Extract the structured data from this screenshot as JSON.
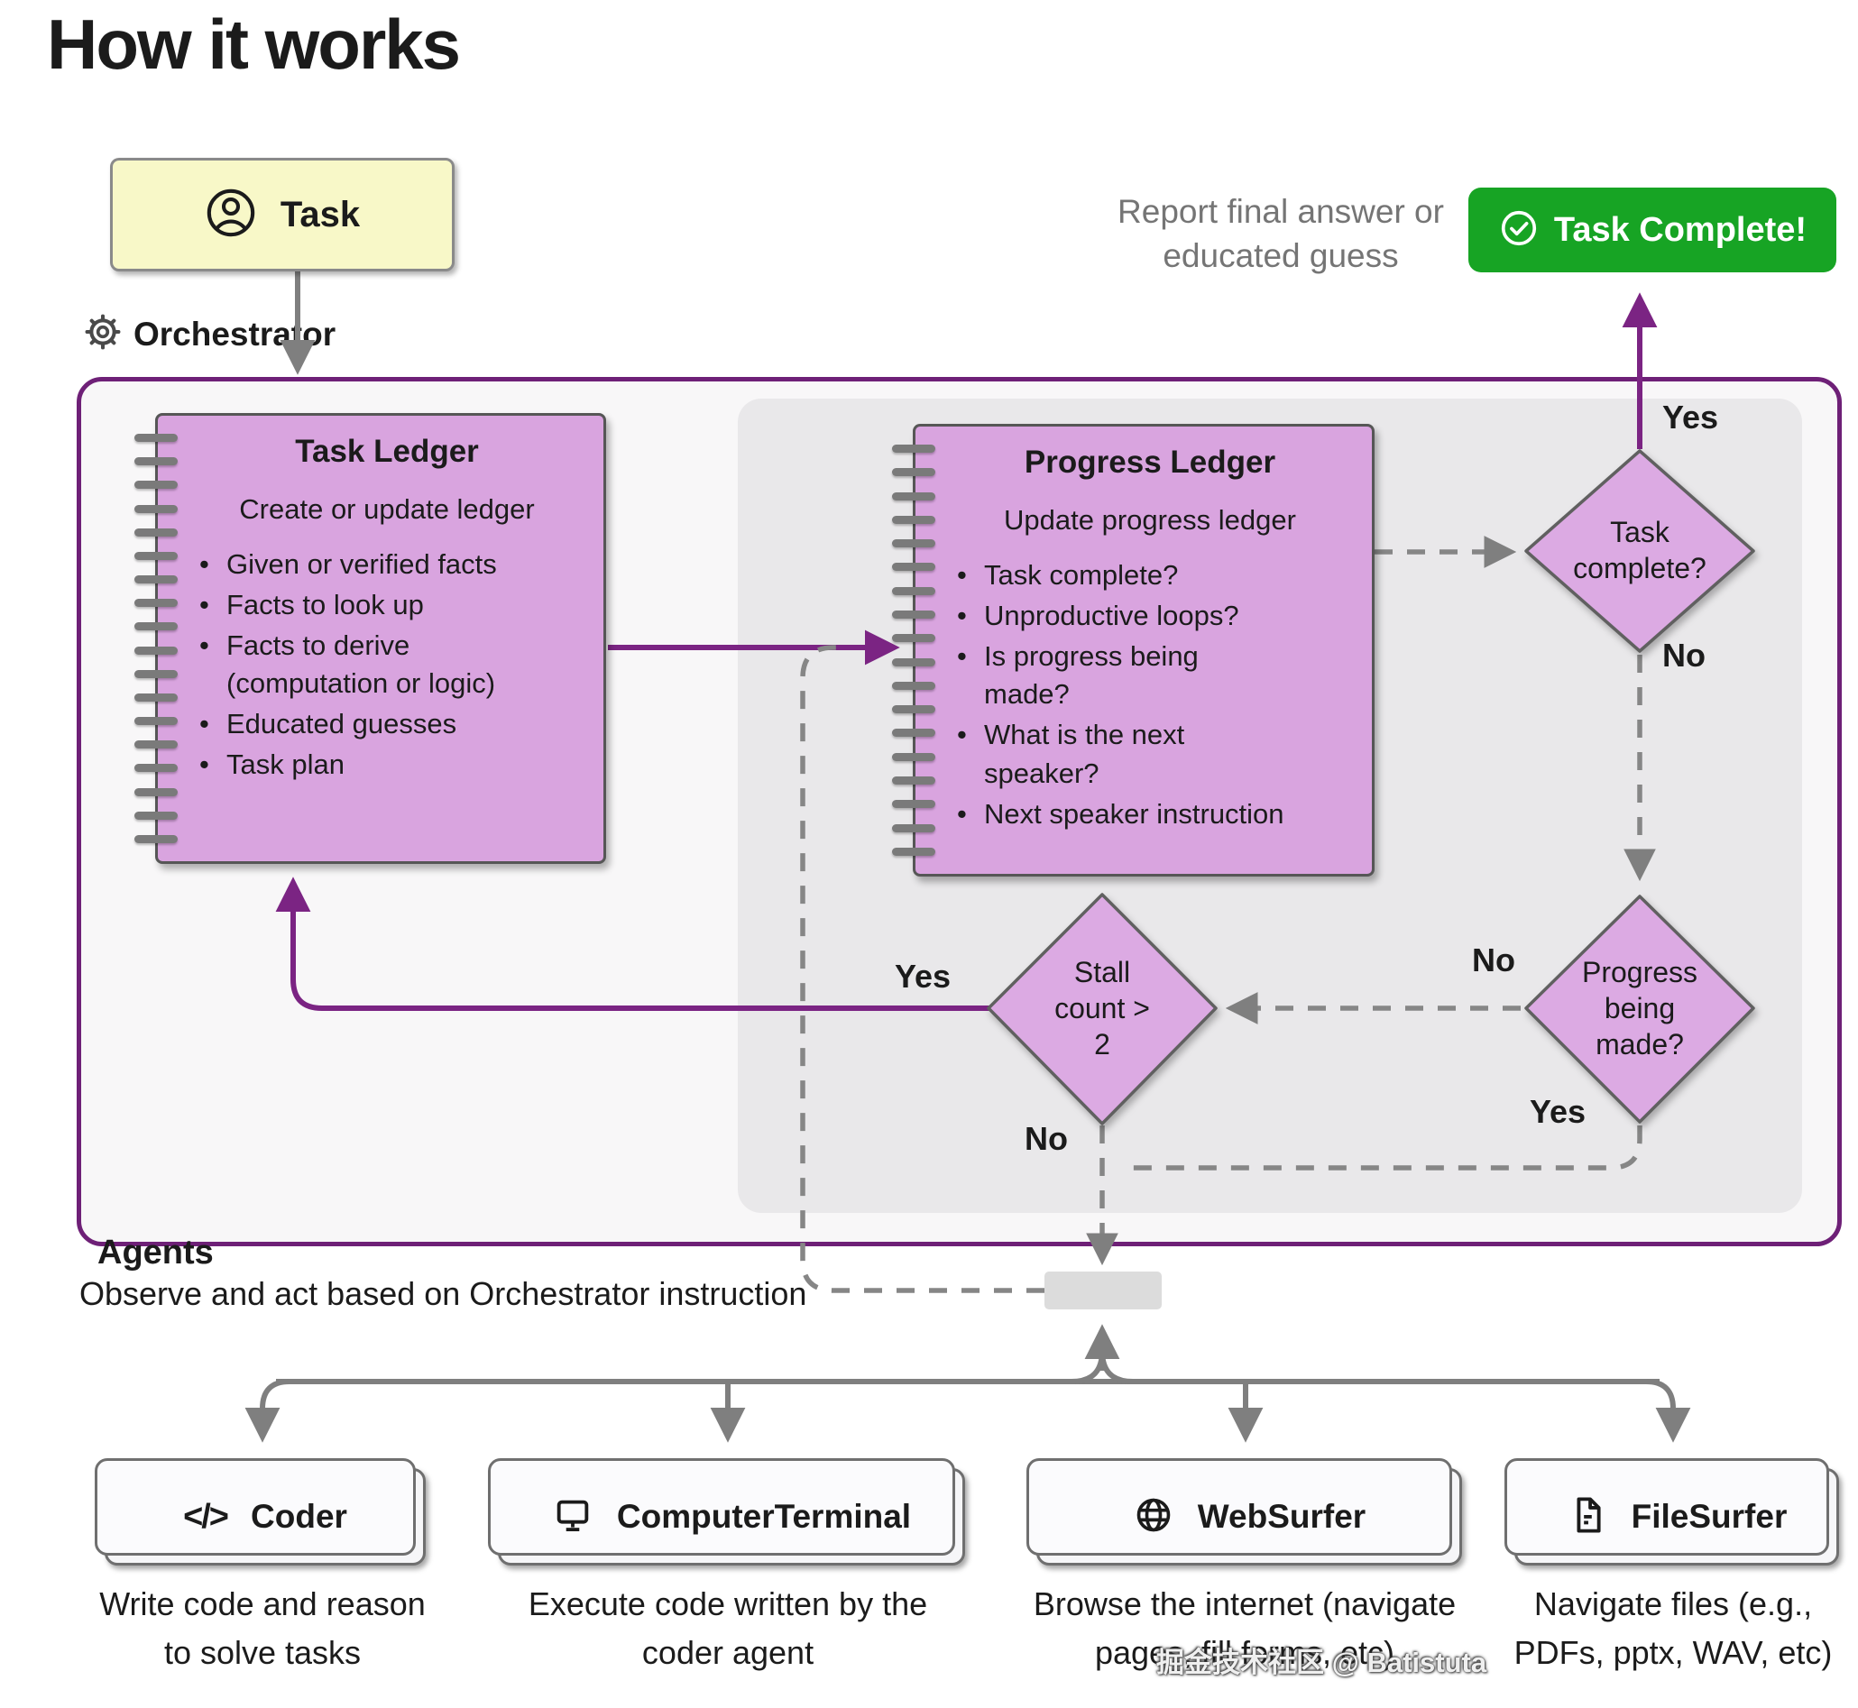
{
  "title": "How it works",
  "colors": {
    "purple_accent": "#7b2483",
    "purple_border": "#6e2077",
    "ledger_fill": "#d9a4df",
    "diamond_fill": "#dcaae3",
    "task_fill": "#f8f8c8",
    "complete_green": "#17a424",
    "line_gray": "#7f7f7f"
  },
  "task_box": {
    "label": "Task"
  },
  "report_note": {
    "line1": "Report final answer or",
    "line2": "educated guess"
  },
  "complete_button": {
    "label": "Task Complete!"
  },
  "orchestrator": {
    "label": "Orchestrator"
  },
  "task_ledger": {
    "title": "Task Ledger",
    "subtitle": "Create or update ledger",
    "bullets": [
      "Given or verified facts",
      "Facts to look up",
      "Facts to derive\n(computation or logic)",
      "Educated guesses",
      "Task plan"
    ]
  },
  "progress_ledger": {
    "title": "Progress Ledger",
    "subtitle": "Update progress ledger",
    "bullets": [
      "Task complete?",
      "Unproductive loops?",
      "Is progress being\nmade?",
      "What is the next\nspeaker?",
      "Next speaker instruction"
    ]
  },
  "decisions": {
    "task_complete": {
      "lines": [
        "Task",
        "complete?"
      ]
    },
    "stall_count": {
      "lines": [
        "Stall",
        "count >",
        "2"
      ]
    },
    "progress_made": {
      "lines": [
        "Progress",
        "being",
        "made?"
      ]
    }
  },
  "edge_labels": {
    "task_complete_yes": "Yes",
    "task_complete_no": "No",
    "progress_no": "No",
    "progress_yes": "Yes",
    "stall_yes": "Yes",
    "stall_no": "No"
  },
  "agents_section": {
    "title": "Agents",
    "subtitle": "Observe and act based on Orchestrator instruction"
  },
  "agents": [
    {
      "name": "Coder",
      "icon": "code-icon",
      "desc_line1": "Write code and reason",
      "desc_line2": "to solve tasks"
    },
    {
      "name": "ComputerTerminal",
      "icon": "terminal-icon",
      "desc_line1": "Execute code written by the",
      "desc_line2": "coder agent"
    },
    {
      "name": "WebSurfer",
      "icon": "globe-icon",
      "desc_line1": "Browse the internet (navigate",
      "desc_line2": "pages, fill forms, etc)"
    },
    {
      "name": "FileSurfer",
      "icon": "file-icon",
      "desc_line1": "Navigate files (e.g.,",
      "desc_line2": "PDFs, pptx, WAV, etc)"
    }
  ],
  "watermark": "掘金技术社区 @ Batistuta"
}
